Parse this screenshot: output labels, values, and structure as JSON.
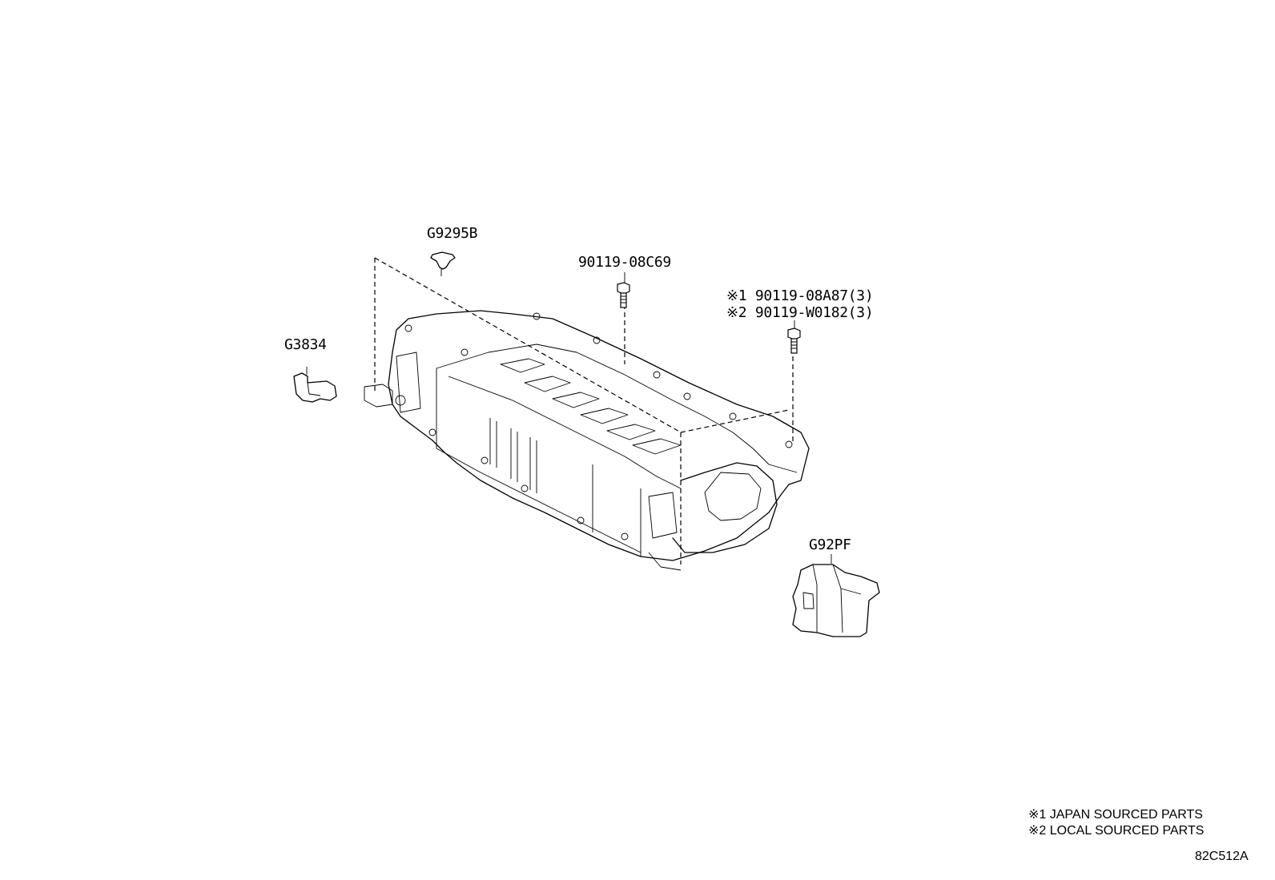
{
  "callouts": {
    "clip_top": "G9295B",
    "bracket_left": "G3834",
    "bolt_center": "90119-08C69",
    "bolt_right_japan": "※1 90119-08A87(3)",
    "bolt_right_local": "※2 90119-W0182(3)",
    "cover_right": "G92PF"
  },
  "notes": {
    "japan": "※1 JAPAN SOURCED PARTS",
    "local": "※2 LOCAL SOURCED PARTS"
  },
  "figure_code": "82C512A"
}
